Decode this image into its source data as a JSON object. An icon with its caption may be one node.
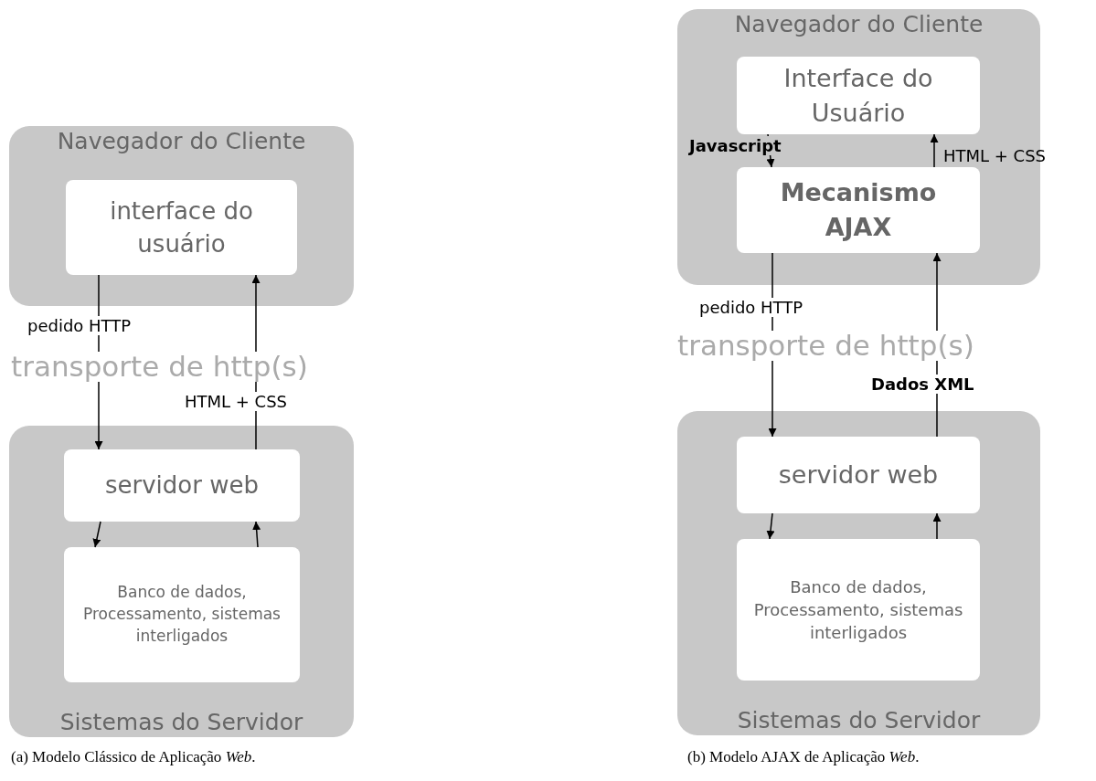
{
  "diagram": {
    "nodes": [
      {
        "text": [
          "Navegador do Cliente"
        ]
      },
      {
        "text": [
          "interface do usuário"
        ],
        "in": 0
      },
      {
        "text": [
          "Sistemas do Servidor"
        ]
      },
      {
        "text": [
          "servidor web"
        ],
        "in": 2
      },
      {
        "text": [
          "Banco de dados, Processamento, sistemas interligados"
        ],
        "in": 2
      },
      {
        "text": [
          "Navegador do Cliente"
        ]
      },
      {
        "text": [
          "Interface do Usuário"
        ],
        "in": 5
      },
      {
        "text": [
          "Mecanismo AJAX"
        ],
        "in": 5
      },
      {
        "text": [
          "Sistemas do Servidor"
        ]
      },
      {
        "text": [
          "servidor web"
        ],
        "in": 8
      },
      {
        "text": [
          "Banco de dados, Processamento, sistemas interligados"
        ],
        "in": 8
      }
    ],
    "edges": [
      {
        "from": 1,
        "to": 3,
        "arrow": "to",
        "label": "pedido HTTP"
      },
      {
        "from": 3,
        "to": 1,
        "arrow": "to",
        "label": "HTML + CSS"
      },
      {
        "from": 3,
        "to": 4,
        "arrow": "to"
      },
      {
        "from": 4,
        "to": 3,
        "arrow": "to"
      },
      {
        "from": 6,
        "to": 7,
        "arrow": "to",
        "label": "Javascript"
      },
      {
        "from": 7,
        "to": 6,
        "arrow": "to",
        "label": "HTML + CSS"
      },
      {
        "from": 7,
        "to": 9,
        "arrow": "to",
        "label": "pedido HTTP"
      },
      {
        "from": 9,
        "to": 7,
        "arrow": "to",
        "label": "Dados XML"
      },
      {
        "from": 9,
        "to": 10,
        "arrow": "to"
      },
      {
        "from": 10,
        "to": 9,
        "arrow": "to"
      }
    ],
    "labels": [
      "transporte de http(s)",
      "transporte de http(s)",
      "(a) Modelo Clássico de Aplicação *Web*.",
      "(b) Modelo AJAX de Aplicação *Web*."
    ]
  }
}
